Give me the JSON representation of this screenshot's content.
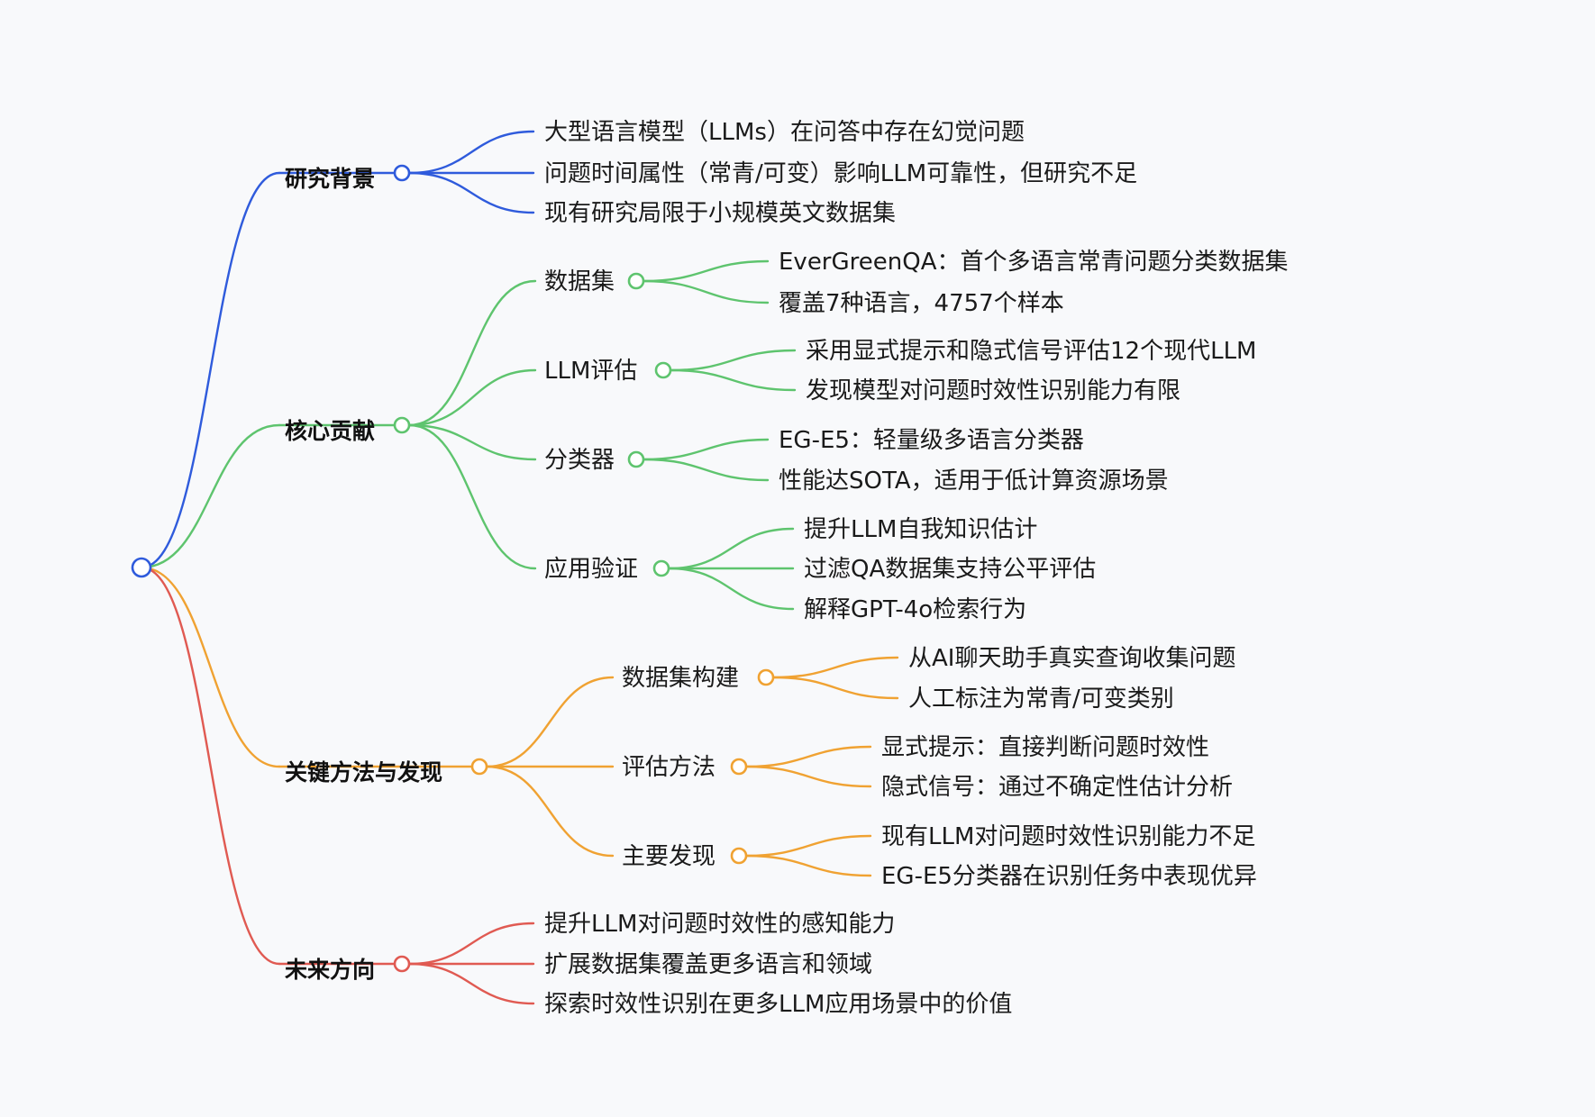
{
  "mindmap": {
    "root": {
      "label": "",
      "color": "#2f5bdc"
    },
    "branches": [
      {
        "label": "研究背景",
        "color": "#2f5bdc",
        "children": [
          {
            "label": "大型语言模型（LLMs）在问答中存在幻觉问题"
          },
          {
            "label": "问题时间属性（常青/可变）影响LLM可靠性，但研究不足"
          },
          {
            "label": "现有研究局限于小规模英文数据集"
          }
        ]
      },
      {
        "label": "核心贡献",
        "color": "#5ec46e",
        "children": [
          {
            "label": "数据集",
            "children": [
              {
                "label": "EverGreenQA：首个多语言常青问题分类数据集"
              },
              {
                "label": "覆盖7种语言，4757个样本"
              }
            ]
          },
          {
            "label": "LLM评估",
            "children": [
              {
                "label": "采用显式提示和隐式信号评估12个现代LLM"
              },
              {
                "label": "发现模型对问题时效性识别能力有限"
              }
            ]
          },
          {
            "label": "分类器",
            "children": [
              {
                "label": "EG-E5：轻量级多语言分类器"
              },
              {
                "label": "性能达SOTA，适用于低计算资源场景"
              }
            ]
          },
          {
            "label": "应用验证",
            "children": [
              {
                "label": "提升LLM自我知识估计"
              },
              {
                "label": "过滤QA数据集支持公平评估"
              },
              {
                "label": "解释GPT-4o检索行为"
              }
            ]
          }
        ]
      },
      {
        "label": "关键方法与发现",
        "color": "#f0a232",
        "children": [
          {
            "label": "数据集构建",
            "children": [
              {
                "label": "从AI聊天助手真实查询收集问题"
              },
              {
                "label": "人工标注为常青/可变类别"
              }
            ]
          },
          {
            "label": "评估方法",
            "children": [
              {
                "label": "显式提示：直接判断问题时效性"
              },
              {
                "label": "隐式信号：通过不确定性估计分析"
              }
            ]
          },
          {
            "label": "主要发现",
            "children": [
              {
                "label": "现有LLM对问题时效性识别能力不足"
              },
              {
                "label": "EG-E5分类器在识别任务中表现优异"
              }
            ]
          }
        ]
      },
      {
        "label": "未来方向",
        "color": "#e05a52",
        "children": [
          {
            "label": "提升LLM对问题时效性的感知能力"
          },
          {
            "label": "扩展数据集覆盖更多语言和领域"
          },
          {
            "label": "探索时效性识别在更多LLM应用场景中的价值"
          }
        ]
      }
    ]
  }
}
